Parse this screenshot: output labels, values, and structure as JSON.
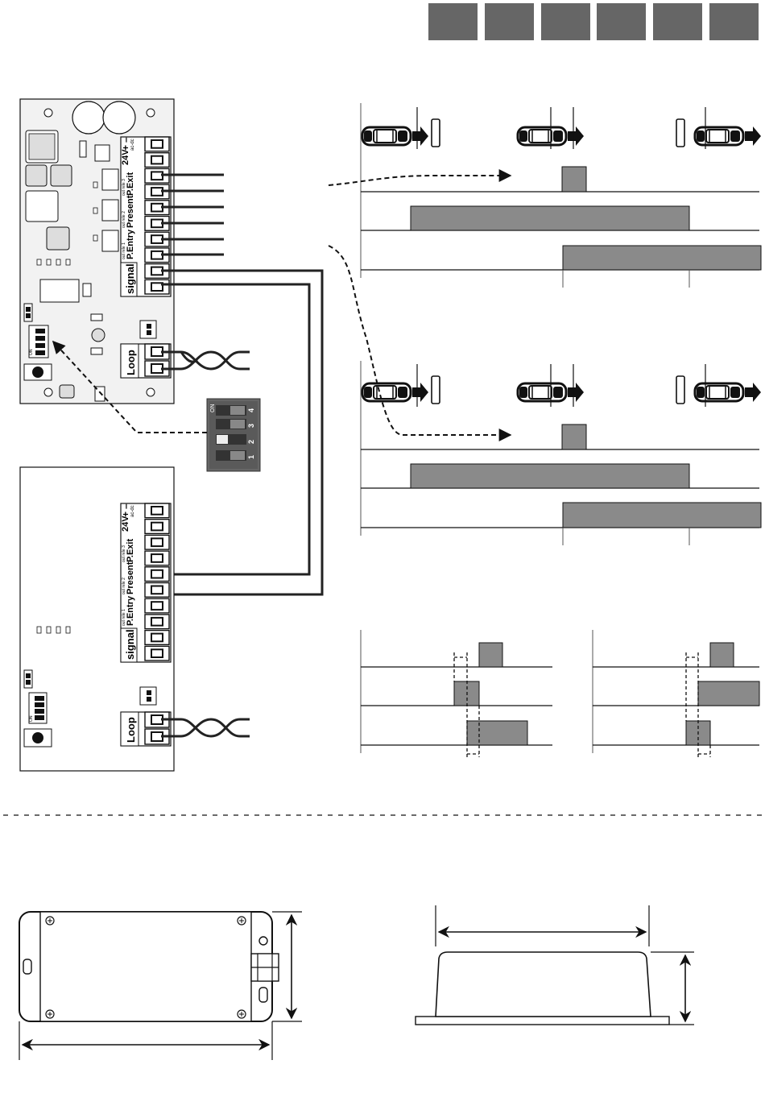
{
  "header_tabs": [
    "",
    "",
    "",
    "",
    "",
    ""
  ],
  "module_main": {
    "terminals": {
      "supply_label": "24V",
      "supply_sub": "ac-dc",
      "plus": "+",
      "minus": "–",
      "out3_note": "out rele 3",
      "out3": "P.Exit",
      "out2_note": "out rele 2",
      "out2": "Present",
      "out1_note": "out rele 1",
      "out1": "P.Entry",
      "signal": "signal",
      "loop": "Loop"
    },
    "jumper_label": "ON"
  },
  "dip_switch": {
    "on_label": "ON",
    "positions": [
      "1",
      "2",
      "3",
      "4"
    ]
  },
  "module_second": {
    "terminals": {
      "supply_label": "24V",
      "supply_sub": "ac-dc",
      "plus": "+",
      "minus": "–",
      "out3_note": "out rele 3",
      "out3": "P.Exit",
      "out2_note": "out rele 2",
      "out2": "Present",
      "out1_note": "out rele 1",
      "out1": "P.Entry",
      "signal": "signal",
      "loop": "Loop"
    },
    "jumper_label": "ON"
  },
  "colors": {
    "pulse_fill": "#8a8a8a",
    "header_tab": "#666666",
    "board_fill": "#f2f2f2",
    "wire": "#222222"
  }
}
